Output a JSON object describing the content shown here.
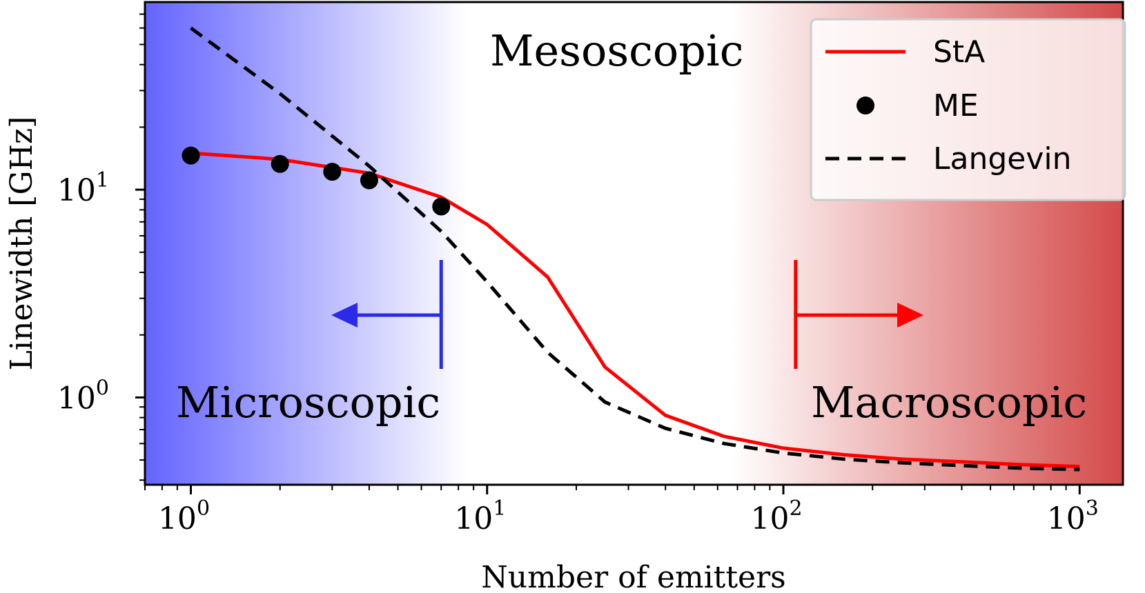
{
  "chart_data": {
    "type": "line",
    "xlabel": "Number of emitters",
    "ylabel": "Linewidth [GHz]",
    "xscale": "log",
    "yscale": "log",
    "xlim": [
      0.7,
      1400
    ],
    "ylim": [
      0.38,
      80
    ],
    "x_ticks": [
      {
        "value": 1,
        "base": "10",
        "exp": "0"
      },
      {
        "value": 10,
        "base": "10",
        "exp": "1"
      },
      {
        "value": 100,
        "base": "10",
        "exp": "2"
      },
      {
        "value": 1000,
        "base": "10",
        "exp": "3"
      }
    ],
    "y_ticks": [
      {
        "value": 1,
        "base": "10",
        "exp": "0"
      },
      {
        "value": 10,
        "base": "10",
        "exp": "1"
      }
    ],
    "grid": false,
    "legend_position": "top-right",
    "background_gradient": {
      "left": "#6464ff",
      "mid": "#ffffff",
      "right": "#d44a4a"
    },
    "series": [
      {
        "name": "StA",
        "style": "solid-line",
        "color": "#ff0000",
        "x": [
          1,
          2,
          4,
          7,
          10,
          16,
          25,
          40,
          63,
          100,
          160,
          250,
          400,
          630,
          1000
        ],
        "y": [
          15,
          14,
          12,
          9.2,
          6.8,
          3.8,
          1.4,
          0.82,
          0.65,
          0.57,
          0.53,
          0.505,
          0.49,
          0.475,
          0.465
        ]
      },
      {
        "name": "ME",
        "style": "markers",
        "color": "#000000",
        "x": [
          1,
          2,
          3,
          4,
          7
        ],
        "y": [
          14.6,
          13.3,
          12.2,
          11.1,
          8.3
        ]
      },
      {
        "name": "Langevin",
        "style": "dashed-line",
        "color": "#000000",
        "x": [
          1,
          2,
          4,
          7,
          10,
          16,
          25,
          40,
          63,
          100,
          160,
          250,
          400,
          630,
          1000
        ],
        "y": [
          60,
          29,
          13,
          6.3,
          3.6,
          1.65,
          0.95,
          0.71,
          0.6,
          0.54,
          0.505,
          0.485,
          0.47,
          0.457,
          0.45
        ]
      }
    ],
    "annotations": {
      "microscopic": {
        "text": "Microscopic",
        "arrow_direction": "left",
        "color": "#2a2ae8",
        "boundary_x": 7
      },
      "mesoscopic": {
        "text": "Mesoscopic"
      },
      "macroscopic": {
        "text": "Macroscopic",
        "arrow_direction": "right",
        "color": "#ff0000",
        "boundary_x": 110
      }
    }
  }
}
